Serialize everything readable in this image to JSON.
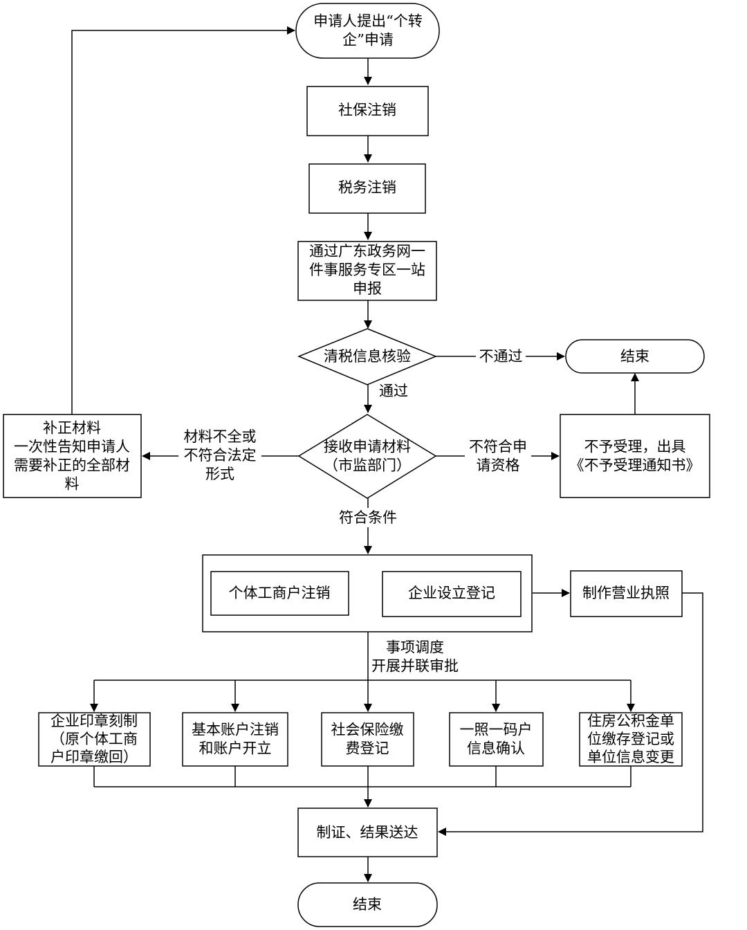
{
  "nodes": {
    "start": "申请人提出“个转|企”申请",
    "social_cancel": "社保注销",
    "tax_cancel": "税务注销",
    "online_declare": "通过广东政务网一|件事服务专区一站|申报",
    "tax_check": "清税信息核验",
    "end_top": "结束",
    "receive_materials": "接收申请材料|（市监部门）",
    "correct_materials": "补正材料|一次性告知申请人|需要补正的全部材|料",
    "reject": "不予受理，出具|《不予受理通知书》",
    "individual_cancel": "个体工商户注销",
    "enterprise_register": "企业设立登记",
    "make_license": "制作营业执照",
    "seal": "企业印章刻制|（原个体工商|户印章缴回）",
    "bank_account": "基本账户注销|和账户开立",
    "social_insurance": "社会保险缴|费登记",
    "one_code": "一照一码户|信息确认",
    "housing_fund": "住房公积金单|位缴存登记或|单位信息变更",
    "certificate_delivery": "制证、结果送达",
    "end_bottom": "结束"
  },
  "labels": {
    "not_pass": "不通过",
    "pass": "通过",
    "incomplete": "材料不全或|不符合法定|形式",
    "unqualified": "不符合申|请资格",
    "qualified": "符合条件",
    "dispatch": "事项调度|开展并联审批"
  }
}
